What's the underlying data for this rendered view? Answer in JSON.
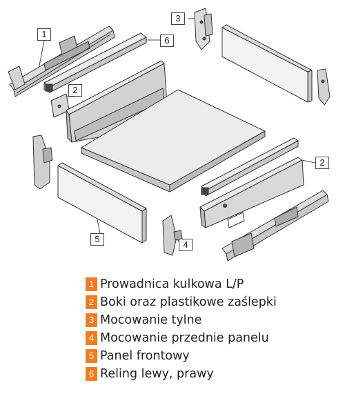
{
  "colors": {
    "accent": "#f47b20",
    "line": "#333333",
    "panel_light": "#f3f3f3",
    "panel_mid": "#e2e2e2",
    "panel_dark": "#c4c4c4",
    "bottom_top": "#ececec",
    "bottom_side": "#bcbcbc"
  },
  "callouts": [
    {
      "id": "guide-left",
      "label": "1"
    },
    {
      "id": "side-top",
      "label": "2"
    },
    {
      "id": "side-right",
      "label": "2"
    },
    {
      "id": "rear-mount",
      "label": "3"
    },
    {
      "id": "front-mount",
      "label": "4"
    },
    {
      "id": "front-panel",
      "label": "5"
    },
    {
      "id": "rail",
      "label": "6"
    }
  ],
  "legend": [
    {
      "num": "1",
      "label": "Prowadnica kulkowa L/P"
    },
    {
      "num": "2",
      "label": "Boki oraz plastikowe zaślepki"
    },
    {
      "num": "3",
      "label": "Mocowanie tylne"
    },
    {
      "num": "4",
      "label": "Mocowanie przednie panelu"
    },
    {
      "num": "5",
      "label": "Panel frontowy"
    },
    {
      "num": "6",
      "label": "Reling lewy, prawy"
    }
  ]
}
